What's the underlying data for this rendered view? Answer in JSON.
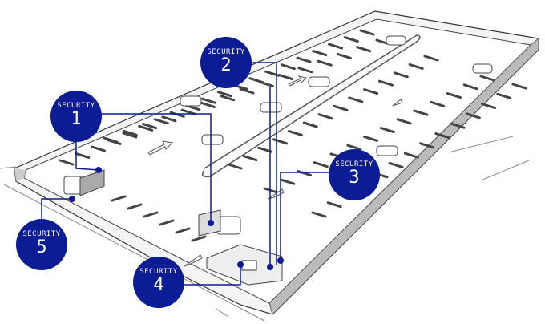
{
  "title": "Parking lot security layout",
  "accent_color": "#0c1c94",
  "security_points": [
    {
      "label": "SECURITY",
      "number": "1"
    },
    {
      "label": "SECURITY",
      "number": "2"
    },
    {
      "label": "SECURITY",
      "number": "3"
    },
    {
      "label": "SECURITY",
      "number": "4"
    },
    {
      "label": "SECURITY",
      "number": "5"
    }
  ]
}
